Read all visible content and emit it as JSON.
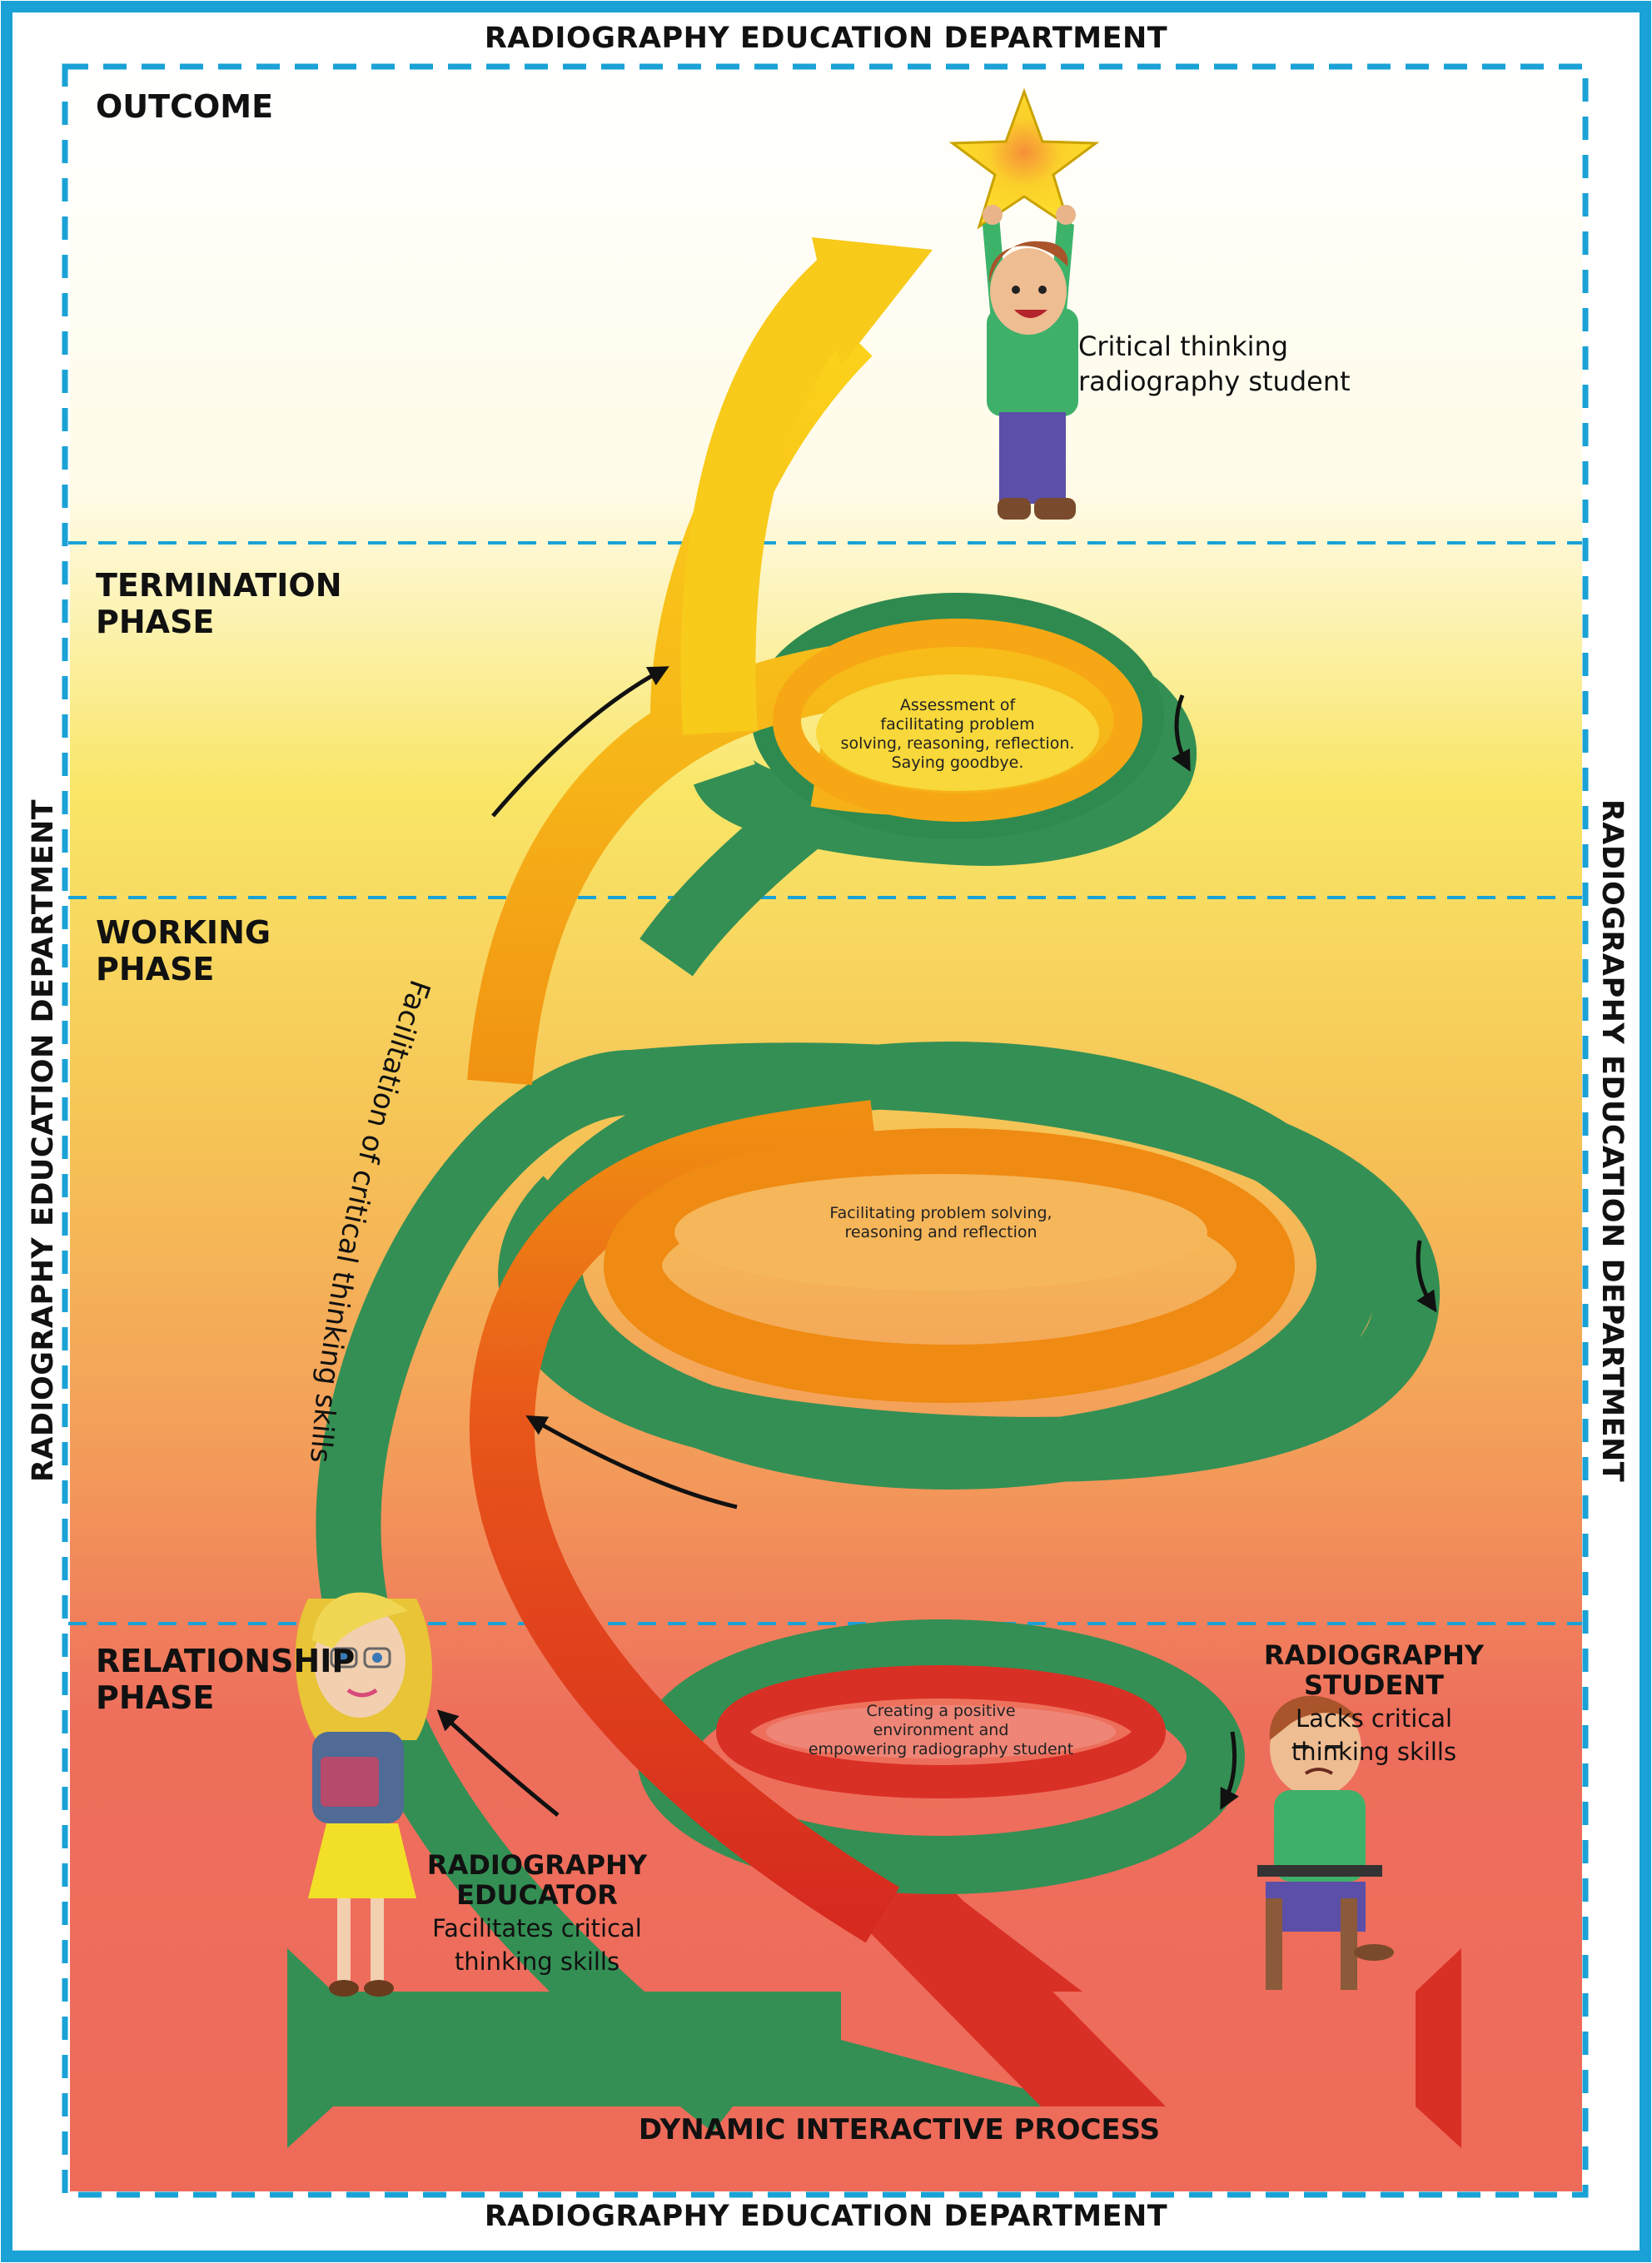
{
  "department": {
    "top": "RADIOGRAPHY EDUCATION DEPARTMENT",
    "bottom": "RADIOGRAPHY EDUCATION DEPARTMENT",
    "left": "RADIOGRAPHY EDUCATION DEPARTMENT",
    "right": "RADIOGRAPHY EDUCATION DEPARTMENT"
  },
  "phases": {
    "outcome": {
      "line1": "OUTCOME"
    },
    "termination": {
      "line1": "TERMINATION",
      "line2": "PHASE"
    },
    "working": {
      "line1": "WORKING",
      "line2": "PHASE"
    },
    "relationship": {
      "line1": "RELATIONSHIP",
      "line2": "PHASE"
    }
  },
  "spiral_labels": {
    "termination": [
      "Assessment of",
      "facilitating problem",
      "solving, reasoning, reflection.",
      "Saying goodbye."
    ],
    "working": [
      "Facilitating problem solving,",
      "reasoning and reflection"
    ],
    "relationship": [
      "Creating a positive",
      "environment and",
      "empowering radiography student"
    ],
    "side": "Facilitation of critical thinking skills"
  },
  "outcome_student": {
    "line1": "Critical thinking",
    "line2": "radiography student"
  },
  "educator": {
    "title1": "RADIOGRAPHY",
    "title2": "EDUCATOR",
    "desc1": "Facilitates critical",
    "desc2": "thinking skills"
  },
  "student": {
    "title1": "RADIOGRAPHY",
    "title2": "STUDENT",
    "desc1": "Lacks critical",
    "desc2": "thinking skills"
  },
  "process": "DYNAMIC INTERACTIVE PROCESS",
  "colors": {
    "frame": "#1aa2d6",
    "ribbon_green": "#348f54",
    "ribbon_red": "#d93025",
    "ribbon_orange": "#ef8a12",
    "ribbon_yellow": "#f7c91a",
    "outcome_bg": "#fffaf0",
    "termination_bg": "#f9e060",
    "working_bg": "#f4a55a",
    "relationship_bg": "#ee6d5b"
  }
}
